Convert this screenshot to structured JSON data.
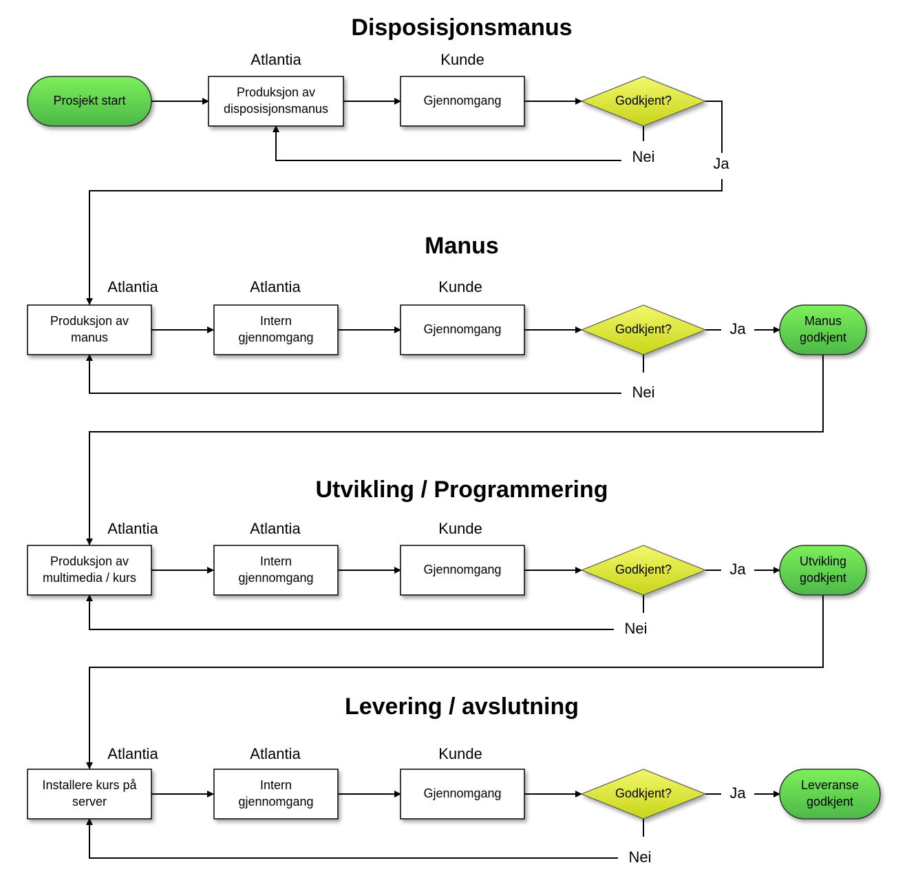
{
  "sections": [
    {
      "title": "Disposisjonsmanus",
      "roles": [
        "Atlantia",
        "Kunde"
      ],
      "start": "Prosjekt start",
      "steps": [
        "Produksjon av\ndisposisjonsmanus",
        "Gjennomgang"
      ],
      "decision": "Godkjent?",
      "yes": "Ja",
      "no": "Nei"
    },
    {
      "title": "Manus",
      "roles": [
        "Atlantia",
        "Atlantia",
        "Kunde"
      ],
      "steps": [
        "Produksjon av\nmanus",
        "Intern\ngjennomgang",
        "Gjennomgang"
      ],
      "decision": "Godkjent?",
      "yes": "Ja",
      "no": "Nei",
      "end": "Manus\ngodkjent"
    },
    {
      "title": "Utvikling / Programmering",
      "roles": [
        "Atlantia",
        "Atlantia",
        "Kunde"
      ],
      "steps": [
        "Produksjon av\nmultimedia / kurs",
        "Intern\ngjennomgang",
        "Gjennomgang"
      ],
      "decision": "Godkjent?",
      "yes": "Ja",
      "no": "Nei",
      "end": "Utvikling\ngodkjent"
    },
    {
      "title": "Levering / avslutning",
      "roles": [
        "Atlantia",
        "Atlantia",
        "Kunde"
      ],
      "steps": [
        "Installere kurs på\nserver",
        "Intern\ngjennomgang",
        "Gjennomgang"
      ],
      "decision": "Godkjent?",
      "yes": "Ja",
      "no": "Nei",
      "end": "Leveranse\ngodkjent"
    }
  ],
  "colors": {
    "terminal_top": "#7CF05A",
    "terminal_bottom": "#4CB848",
    "decision_top": "#F2F86A",
    "decision_bottom": "#C8D419",
    "box_fill": "#FFFFFF",
    "line": "#000000"
  }
}
